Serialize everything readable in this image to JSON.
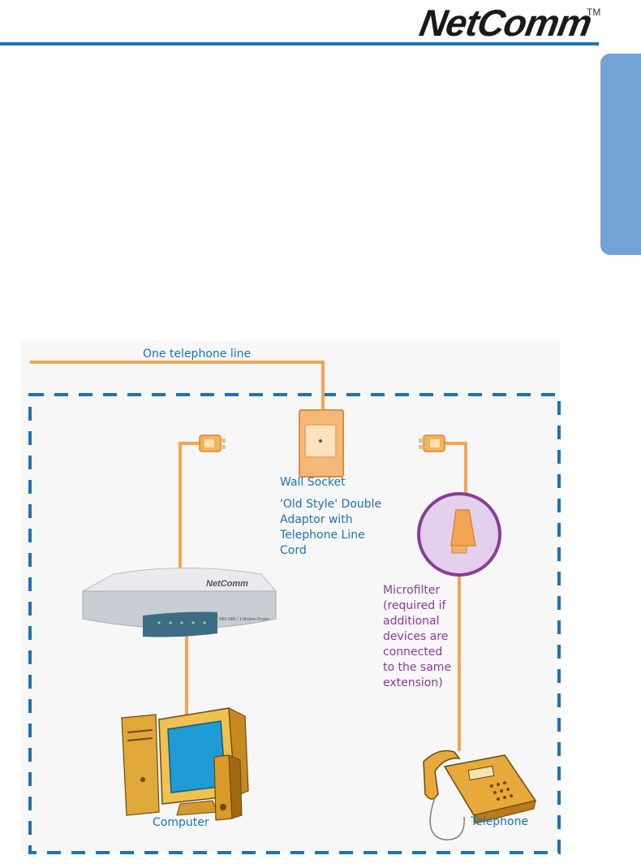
{
  "header": {
    "logo": "NetComm",
    "trademark": "TM"
  },
  "colors": {
    "brand_blue": "#1c73b5",
    "side_tab": "#72a3d6",
    "cable": "#f5a454",
    "microfilter_purple": "#8a3c98",
    "device_gold": "#e6a93a"
  },
  "diagram": {
    "phone_line_label": "One telephone line",
    "wall_socket_label": "Wall Socket",
    "adaptor_label": [
      "'Old Style'  Double",
      "Adaptor with",
      "Telephone Line",
      "Cord"
    ],
    "microfilter_label": [
      "Microfilter",
      "(required if",
      "additional",
      "devices are",
      "connected",
      "to the same",
      "extension)"
    ],
    "modem_brand": "NetComm",
    "modem_model": "NB1 NB5 / 1 Modem Router",
    "computer_label": "Computer",
    "telephone_label": "Telephone"
  },
  "icons": [
    "wall-socket-icon",
    "rj11-plug-icon",
    "microfilter-icon",
    "modem-router-icon",
    "computer-icon",
    "telephone-icon"
  ]
}
